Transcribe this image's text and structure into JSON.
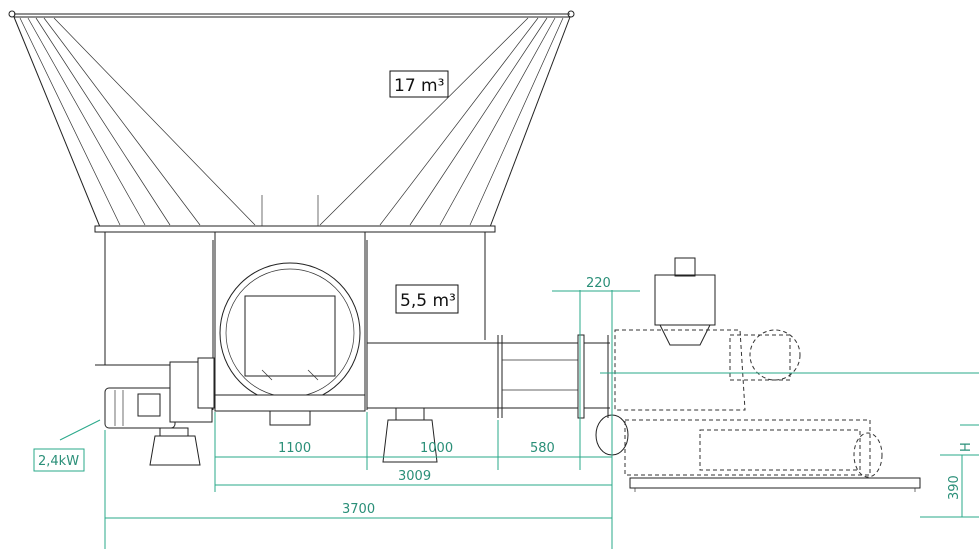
{
  "labels": {
    "hopper_volume": "17 m³",
    "tank_volume": "5,5 m³",
    "motor_power": "2,4kW"
  },
  "dimensions": {
    "d220": "220",
    "d1100": "1100",
    "d1000": "1000",
    "d580": "580",
    "d3009": "3009",
    "d3700": "3700",
    "d390": "390",
    "dH": "H"
  },
  "colors": {
    "dimension": "#2aa98a",
    "linework": "#222222"
  }
}
